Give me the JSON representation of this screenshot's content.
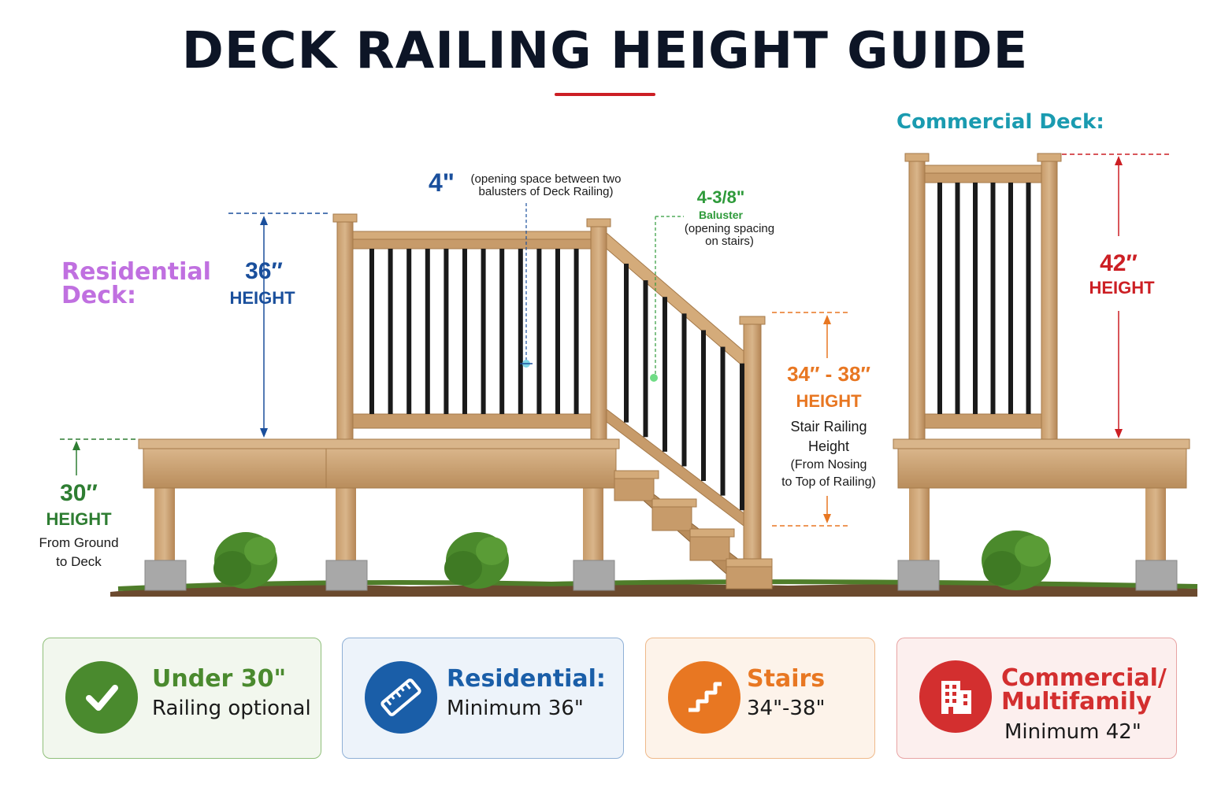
{
  "title": "DECK RAILING HEIGHT GUIDE",
  "colors": {
    "title": "#0d1526",
    "accent_red": "#cc1f24",
    "residential_label": "#c070e0",
    "commercial_label": "#1a9bb0",
    "blue": "#1a4f9c",
    "green": "#2e7d32",
    "orange": "#e87722",
    "red": "#cc1f24",
    "wood": "#c9a071",
    "baluster": "#1a1a1a"
  },
  "residential": {
    "label_line1": "Residential",
    "label_line2": "Deck:",
    "height_value": "36″",
    "height_word": "HEIGHT",
    "ground_value": "30″",
    "ground_word": "HEIGHT",
    "ground_note_line1": "From Ground",
    "ground_note_line2": "to Deck"
  },
  "baluster_gap": {
    "value": "4\"",
    "note_line1": "(opening space between two",
    "note_line2": "balusters of Deck Railing)"
  },
  "stair_spacing": {
    "value": "4-3/8\"",
    "word": "Baluster",
    "note_line1": "(opening spacing",
    "note_line2": "on stairs)"
  },
  "stair_railing": {
    "value": "34″ - 38″",
    "word": "HEIGHT",
    "note_line1": "Stair Railing",
    "note_line2": "Height",
    "note_line3": "(From Nosing",
    "note_line4": "to Top of Railing)"
  },
  "commercial": {
    "label": "Commercial Deck:",
    "height_value": "42″",
    "height_word": "HEIGHT"
  },
  "cards": [
    {
      "title": "Under 30\"",
      "sub": "Railing optional",
      "icon": "checkmark-icon",
      "color": "#4a8a2e",
      "bg": "#f2f7ee",
      "border": "#8fbf7a"
    },
    {
      "title": "Residential:",
      "sub": "Minimum 36\"",
      "icon": "ruler-icon",
      "color": "#1a5ea8",
      "bg": "#edf3fa",
      "border": "#8fb0d6"
    },
    {
      "title": "Stairs",
      "sub": "34\"-38\"",
      "icon": "stairs-icon",
      "color": "#e87722",
      "bg": "#fdf3ea",
      "border": "#efb98a"
    },
    {
      "title": "Commercial/",
      "title2": "Multifamily",
      "sub": "Minimum 42\"",
      "icon": "building-icon",
      "color": "#d32f2f",
      "bg": "#fcefee",
      "border": "#e8a4a4"
    }
  ]
}
